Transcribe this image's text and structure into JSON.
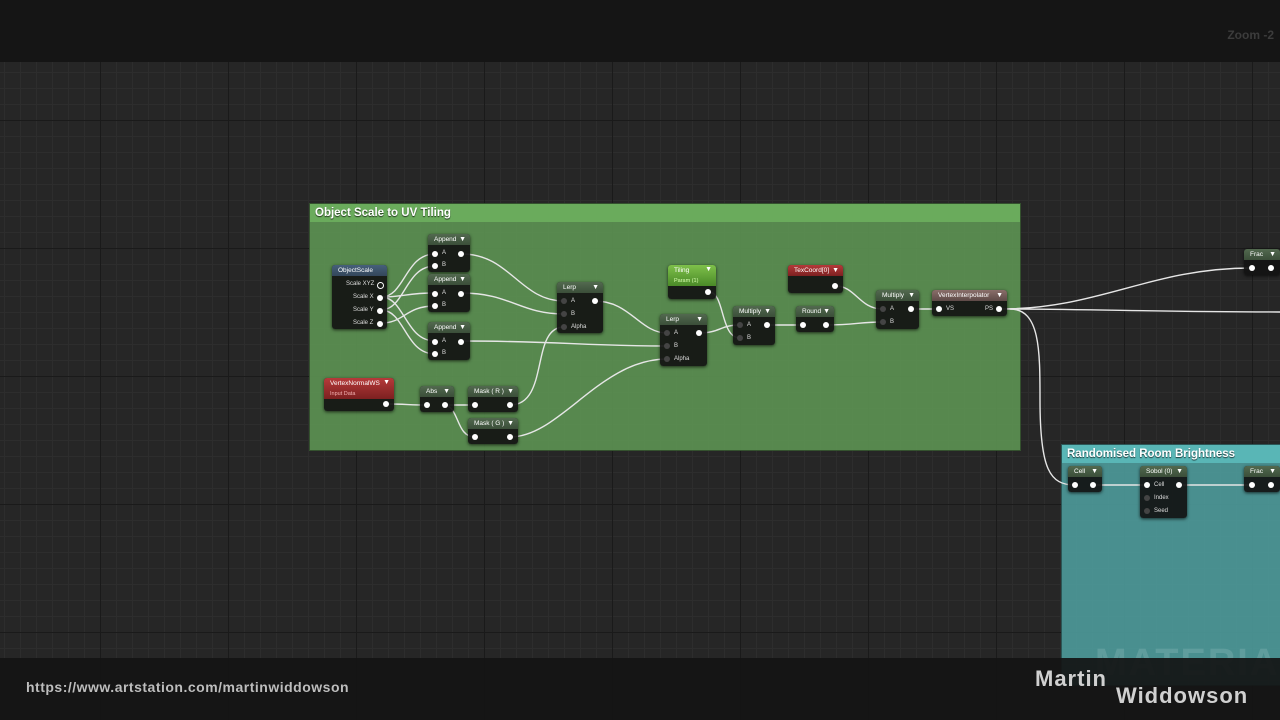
{
  "toolbar": {
    "zoom": "Zoom -2"
  },
  "comments": {
    "object_scale": "Object Scale to UV Tiling",
    "room_brightness": "Randomised Room Brightness"
  },
  "nodes": {
    "object_scale": {
      "title": "ObjectScale",
      "pins": [
        "Scale XYZ",
        "Scale X",
        "Scale Y",
        "Scale Z"
      ]
    },
    "append": {
      "title": "Append",
      "a": "A",
      "b": "B"
    },
    "lerp": {
      "title": "Lerp",
      "a": "A",
      "b": "B",
      "alpha": "Alpha"
    },
    "tiling": {
      "title": "Tiling",
      "sub": "Param (1)"
    },
    "multiply": {
      "title": "Multiply",
      "a": "A",
      "b": "B"
    },
    "round": {
      "title": "Round"
    },
    "texcoord": {
      "title": "TexCoord[0]"
    },
    "vertex_interpolator": {
      "title": "VertexInterpolator",
      "vs": "VS",
      "ps": "PS"
    },
    "vertex_normal": {
      "title": "VertexNormalWS",
      "sub": "Input Data"
    },
    "abs": {
      "title": "Abs"
    },
    "mask_r": {
      "title": "Mask ( R )"
    },
    "mask_g": {
      "title": "Mask ( G )"
    },
    "frac": {
      "title": "Frac"
    },
    "cell": {
      "title": "Cell"
    },
    "sobol": {
      "title": "Sobol (0)",
      "pins": [
        "Cell",
        "Index",
        "Seed"
      ]
    }
  },
  "footer": {
    "url": "https://www.artstation.com/martinwiddowson",
    "author_first": "Martin",
    "author_last": "Widdowson",
    "watermark": "MATERIAL"
  }
}
